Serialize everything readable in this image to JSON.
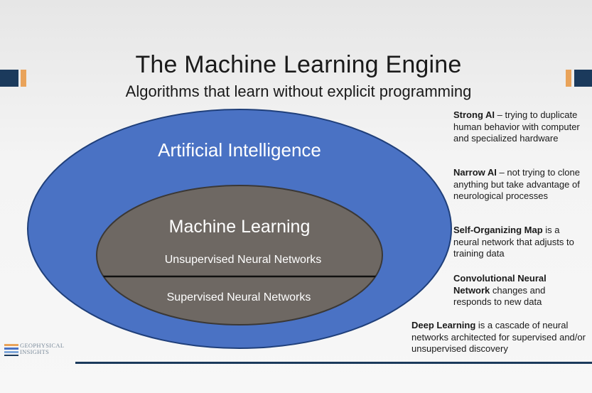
{
  "slide": {
    "title": "The Machine Learning Engine",
    "subtitle": "Algorithms that learn without explicit programming"
  },
  "diagram": {
    "outer_label": "Artificial Intelligence",
    "inner_label": "Machine Learning",
    "upper_section": "Unsupervised Neural Networks",
    "lower_section": "Supervised Neural Networks"
  },
  "descriptions": {
    "strong_ai": {
      "term": "Strong AI",
      "text": " – trying to duplicate human behavior with computer and specialized hardware"
    },
    "narrow_ai": {
      "term": "Narrow AI",
      "text": " – not trying to clone anything but take advantage of neurological processes"
    },
    "som": {
      "term": "Self-Organizing Map",
      "text": " is a neural network that adjusts to training data"
    },
    "cnn": {
      "term": "Convolutional Neural Network",
      "text": " changes and responds to new data"
    },
    "deep": {
      "term": "Deep Learning",
      "text": " is a cascade of neural networks architected for supervised and/or unsupervised discovery"
    }
  },
  "logo": {
    "line1": "GEOPHYSICAL",
    "line2": "INSIGHTS"
  },
  "colors": {
    "outer_fill": "#4a72c4",
    "inner_fill": "#6e6863",
    "accent_dark": "#1b3a5c",
    "accent_orange": "#e9a35a"
  }
}
